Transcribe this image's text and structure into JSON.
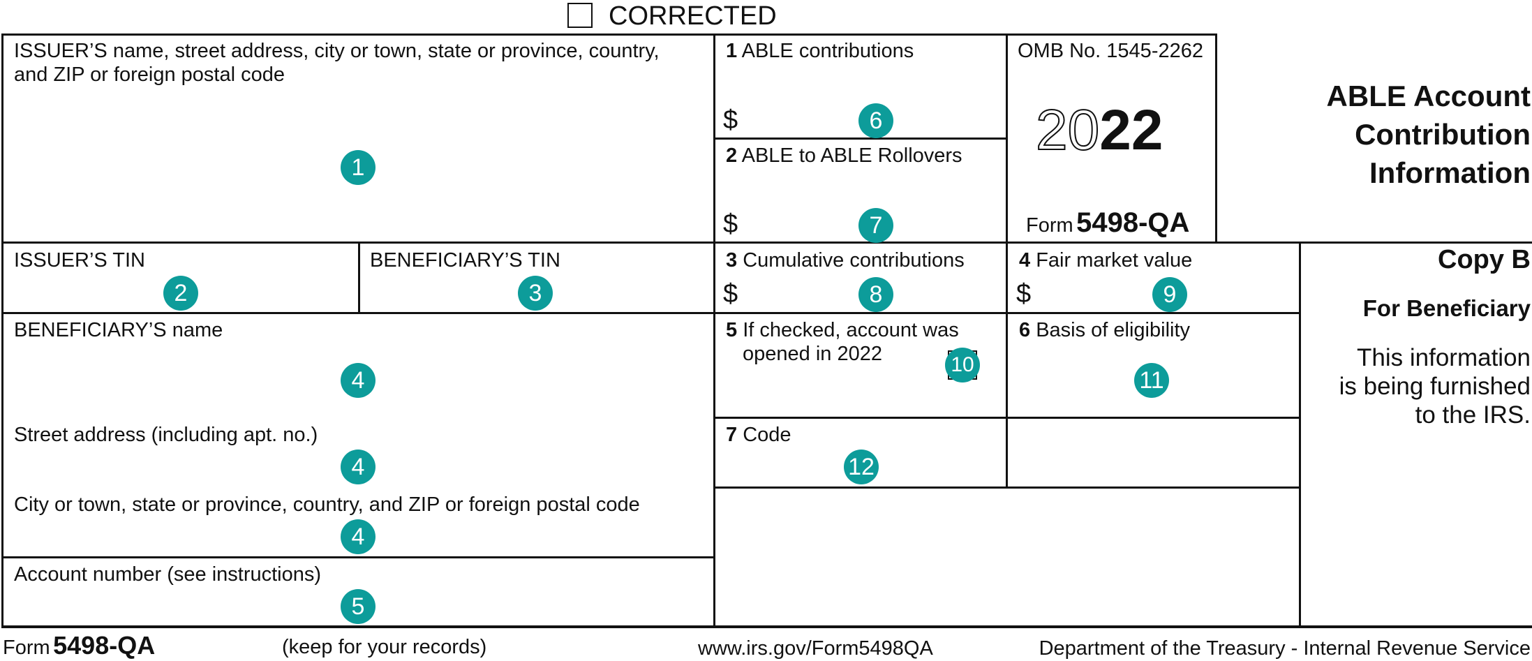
{
  "form": {
    "corrected_label": "CORRECTED",
    "issuer_name_label": "ISSUER’S name, street address, city or town, state or province, country,",
    "issuer_name_label_2": "and ZIP or foreign postal code",
    "issuer_tin_label": "ISSUER’S TIN",
    "beneficiary_tin_label": "BENEFICIARY’S TIN",
    "beneficiary_name_label": "BENEFICIARY’S name",
    "street_label": "Street address (including apt. no.)",
    "city_label": "City or town, state or province, country, and ZIP or foreign postal code",
    "account_label": "Account number (see instructions)",
    "box1": {
      "num": "1",
      "label": "ABLE contributions"
    },
    "box2": {
      "num": "2",
      "label": "ABLE to ABLE Rollovers"
    },
    "box3": {
      "num": "3",
      "label": "Cumulative contributions"
    },
    "box4": {
      "num": "4",
      "label": "Fair market value"
    },
    "box5": {
      "num": "5",
      "label": "If checked, account was",
      "label_2": "opened in 2022"
    },
    "box6": {
      "num": "6",
      "label": "Basis of eligibility"
    },
    "box7": {
      "num": "7",
      "label": "Code"
    },
    "dollar": "$",
    "omb": "OMB No. 1545-2262",
    "year_outline": "20",
    "year_bold": "22",
    "form_word": "Form",
    "form_number": "5498-QA",
    "title_lines": [
      "ABLE Account",
      "Contribution",
      "Information"
    ],
    "copy": "Copy B",
    "for_whom": "For Beneficiary",
    "notice_lines": [
      "This information",
      "is being furnished",
      "to the IRS."
    ],
    "footer": {
      "form_word": "Form",
      "form_number": "5498-QA",
      "keep": "(keep for your records)",
      "url": "www.irs.gov/Form5498QA",
      "dept": "Department of the Treasury - Internal Revenue Service"
    }
  },
  "badges": {
    "issuer_name": "1",
    "issuer_tin": "2",
    "beneficiary_tin": "3",
    "beneficiary_name": "4",
    "street": "4",
    "city": "4",
    "account": "5",
    "box1": "6",
    "box2": "7",
    "box3": "8",
    "box4": "9",
    "box5": "10",
    "box6": "11",
    "box7": "12"
  },
  "colors": {
    "badge": "#0d9c9a",
    "ink": "#111111"
  }
}
